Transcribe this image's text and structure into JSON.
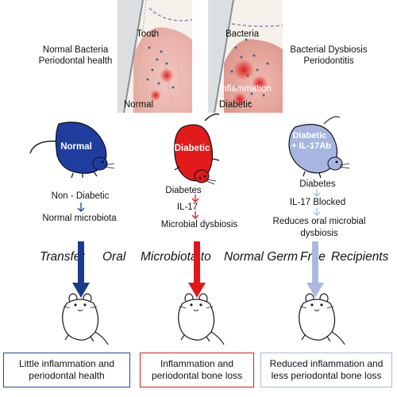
{
  "top": {
    "left_caption": {
      "line1": "Normal Bacteria",
      "line2": "Periodontal health"
    },
    "right_caption": {
      "line1": "Bacterial Dysbiosis",
      "line2": "Periodontitis"
    },
    "left_panel": {
      "tooth_label": "Tooth",
      "state_label": "Normal"
    },
    "right_panel": {
      "bacteria_label": "Bacteria",
      "inflammation_label": "Inflammation",
      "state_label": "Diabetic"
    }
  },
  "mice": {
    "normal": {
      "label": "Normal",
      "color": "#1f3d9e"
    },
    "diabetic": {
      "label": "Diabetic",
      "color": "#e11a1a"
    },
    "blocked": {
      "label_line1": "Diabetic",
      "label_line2": "+ IL-17Ab",
      "color": "#a6b6e0"
    }
  },
  "columns": {
    "left": {
      "line1": "Non - Diabetic",
      "line2": "Normal microbiota"
    },
    "middle": {
      "line1": "Diabetes",
      "line2": "IL-17",
      "line3": "Microbial dysbiosis"
    },
    "right": {
      "line1": "Diabetes",
      "line2": "IL-17 Blocked",
      "line3": "Reduces oral microbial",
      "line4": "dysbiosis"
    }
  },
  "transfer_text": {
    "w1": "Transfer",
    "w2": "Oral",
    "w3": "Microbiota to",
    "w4": "Normal Germ",
    "w5": "Free",
    "w6": "Recipients"
  },
  "arrow_colors": {
    "left": "#1a3a8c",
    "middle": "#e3161b",
    "right": "#aab9e2"
  },
  "outcomes": {
    "left": {
      "line1": "Little inflammation and",
      "line2": "periodontal health",
      "border": "#2347a6"
    },
    "middle": {
      "line1": "Inflammation and",
      "line2": "periodontal bone loss",
      "border": "#d81e1e"
    },
    "right": {
      "line1": "Reduced inflammation and",
      "line2": "less periodontal bone loss",
      "border": "#a7b9e3"
    }
  }
}
